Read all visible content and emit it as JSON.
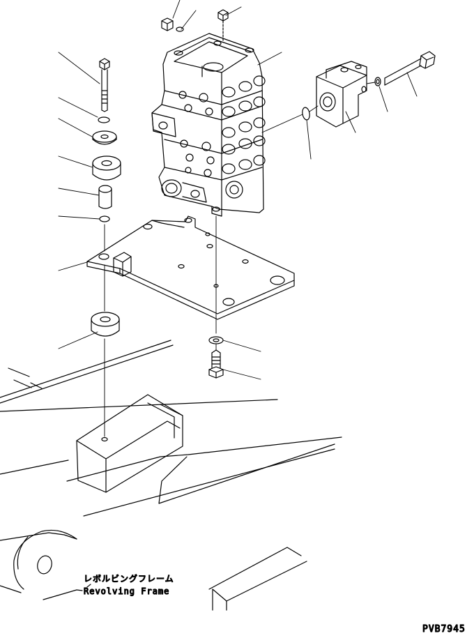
{
  "figure": {
    "code": "PVB7945",
    "frame_label_jp": "レボルビングフレーム",
    "frame_label_en": "Revolving Frame"
  },
  "parts": [
    {
      "name": "valve-bolt-top-left",
      "icon": "bolt-icon"
    },
    {
      "name": "valve-bolt-top-right",
      "icon": "bolt-icon"
    },
    {
      "name": "control-valve",
      "icon": "valve-block-icon"
    },
    {
      "name": "o-ring",
      "icon": "o-ring-icon"
    },
    {
      "name": "flange-block",
      "icon": "flange-icon"
    },
    {
      "name": "flange-washer",
      "icon": "washer-icon"
    },
    {
      "name": "flange-bolt",
      "icon": "bolt-icon"
    },
    {
      "name": "long-bolt",
      "icon": "bolt-icon"
    },
    {
      "name": "washer-small",
      "icon": "washer-icon"
    },
    {
      "name": "washer-large",
      "icon": "washer-icon"
    },
    {
      "name": "cushion-upper",
      "icon": "cushion-icon"
    },
    {
      "name": "collar",
      "icon": "collar-icon"
    },
    {
      "name": "plain-washer",
      "icon": "washer-icon"
    },
    {
      "name": "mounting-bracket-plate",
      "icon": "plate-icon"
    },
    {
      "name": "cushion-lower",
      "icon": "cushion-icon"
    },
    {
      "name": "mount-washer",
      "icon": "washer-icon"
    },
    {
      "name": "mount-bolt",
      "icon": "bolt-icon"
    },
    {
      "name": "frame-bracket",
      "icon": "bracket-icon"
    }
  ]
}
